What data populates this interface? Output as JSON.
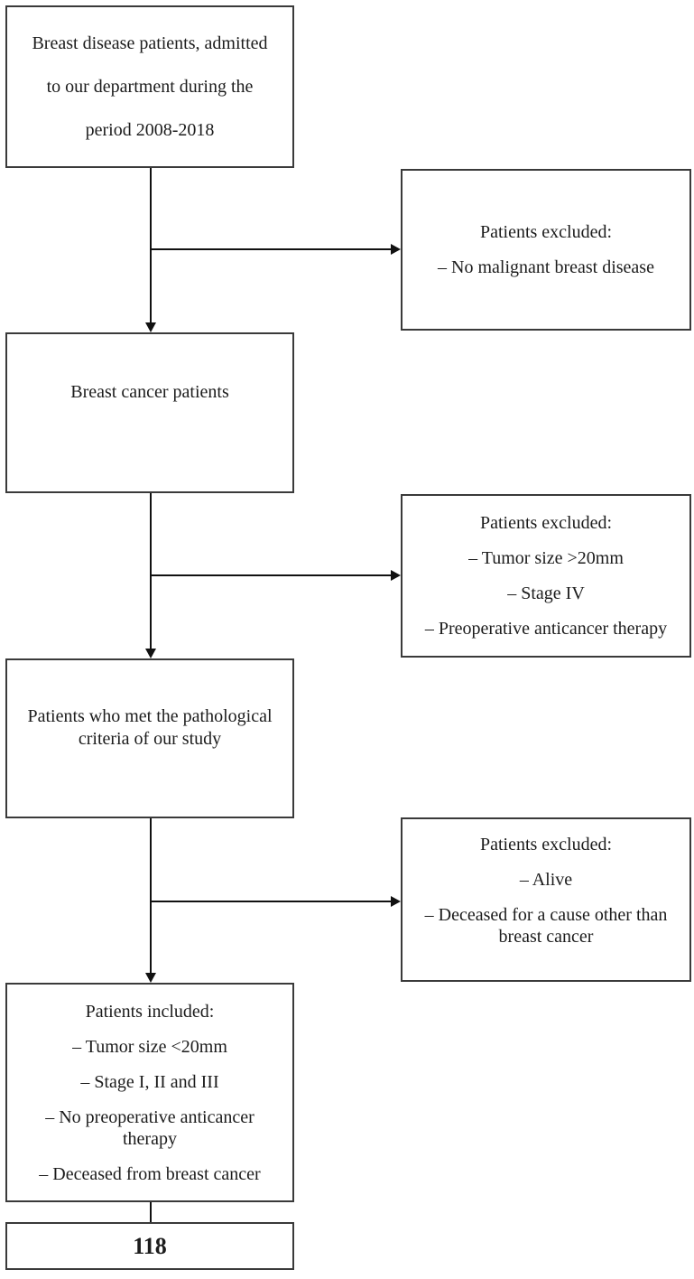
{
  "page": {
    "background_color": "#ffffff",
    "box_border_color": "#3a3a3a",
    "connector_color": "#111111",
    "text_color": "#1c1c1c"
  },
  "flow": {
    "population": {
      "lines": [
        "Breast disease patients, admitted",
        "to our department during the",
        "period 2008-2018"
      ]
    },
    "cancer": {
      "label": "Breast cancer patients"
    },
    "criteria": {
      "lines": [
        "Patients who met the pathological",
        "criteria of our study"
      ]
    },
    "included": {
      "title": "Patients included:",
      "items": [
        "– Tumor size <20mm",
        "– Stage I, II and III",
        "– No preoperative anticancer therapy",
        "– Deceased from breast cancer"
      ]
    },
    "final_count": {
      "value": "118"
    },
    "exclusions": [
      {
        "title": "Patients excluded:",
        "items": [
          "– No malignant breast disease"
        ]
      },
      {
        "title": "Patients excluded:",
        "items": [
          "– Tumor size >20mm",
          "– Stage IV",
          "– Preoperative anticancer therapy"
        ]
      },
      {
        "title": "Patients excluded:",
        "items": [
          "– Alive",
          "– Deceased for a cause other than breast cancer"
        ]
      }
    ]
  }
}
